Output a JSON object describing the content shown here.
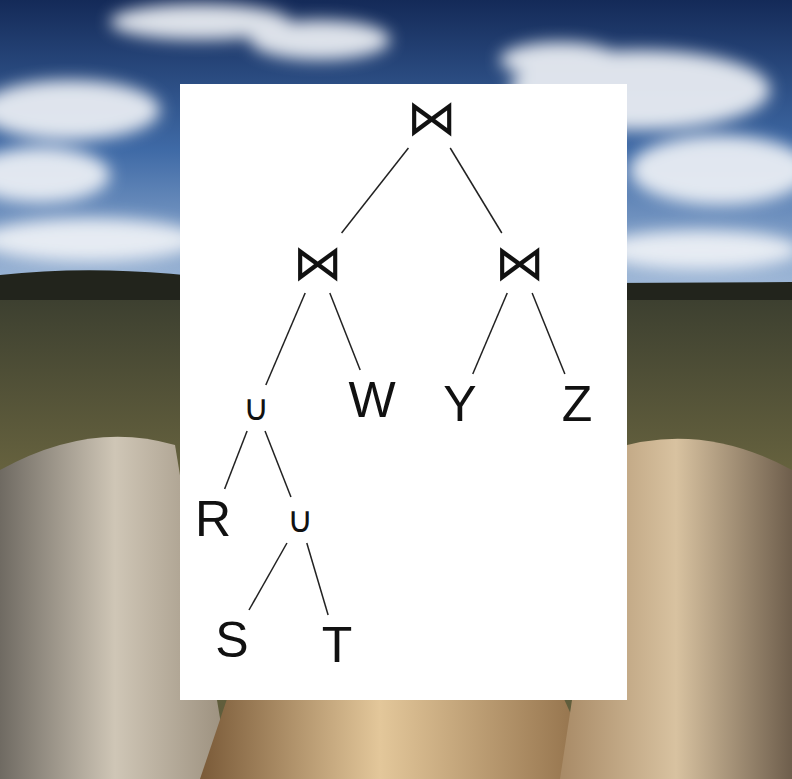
{
  "diagram": {
    "nodes": [
      {
        "text": [
          "⋈"
        ]
      },
      {
        "text": [
          "⋈"
        ]
      },
      {
        "text": [
          "⋈"
        ]
      },
      {
        "text": [
          "∪"
        ]
      },
      {
        "text": [
          "W"
        ]
      },
      {
        "text": [
          "Y"
        ]
      },
      {
        "text": [
          "Z"
        ]
      },
      {
        "text": [
          "R"
        ]
      },
      {
        "text": [
          "∪"
        ]
      },
      {
        "text": [
          "S"
        ]
      },
      {
        "text": [
          "T"
        ]
      }
    ],
    "edges": [
      {
        "from": 0,
        "to": 1,
        "arrow": "none"
      },
      {
        "from": 0,
        "to": 2,
        "arrow": "none"
      },
      {
        "from": 1,
        "to": 3,
        "arrow": "none"
      },
      {
        "from": 1,
        "to": 4,
        "arrow": "none"
      },
      {
        "from": 2,
        "to": 5,
        "arrow": "none"
      },
      {
        "from": 2,
        "to": 6,
        "arrow": "none"
      },
      {
        "from": 3,
        "to": 7,
        "arrow": "none"
      },
      {
        "from": 3,
        "to": 8,
        "arrow": "none"
      },
      {
        "from": 8,
        "to": 9,
        "arrow": "none"
      },
      {
        "from": 8,
        "to": 10,
        "arrow": "none"
      }
    ]
  }
}
